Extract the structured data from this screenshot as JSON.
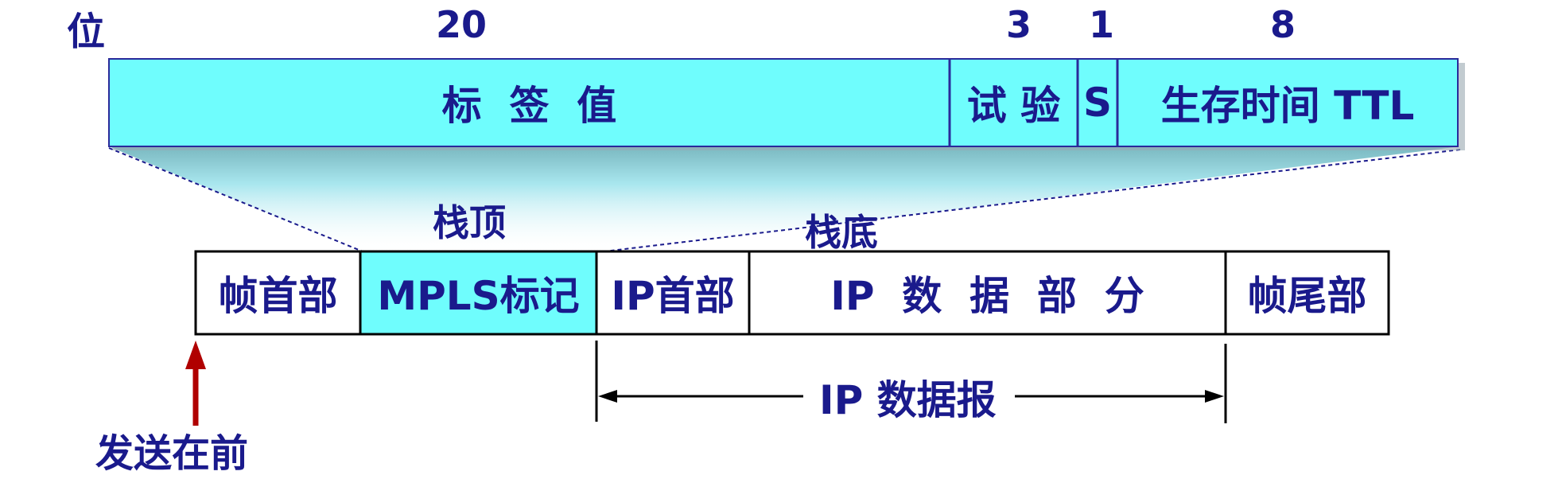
{
  "bits_label": "位",
  "field_widths": [
    "20",
    "3",
    "1",
    "8"
  ],
  "label_fields": {
    "label_value": "标  签  值",
    "experimental": "试 验",
    "s_bit": "S",
    "ttl": "生存时间 TTL"
  },
  "stack_top": "栈顶",
  "stack_bottom": "栈底",
  "frame_fields": {
    "frame_header": "帧首部",
    "mpls_label": "MPLS标记",
    "ip_header": "IP首部",
    "ip_data": "IP  数  据  部  分",
    "frame_trailer": "帧尾部"
  },
  "ip_datagram": "IP 数据报",
  "send_first": "发送在前",
  "colors": {
    "cyan_fill": "#6ffdfd",
    "text": "#1a1a8c",
    "arrow_red": "#b00000",
    "border_blue": "#2a2a9a"
  }
}
